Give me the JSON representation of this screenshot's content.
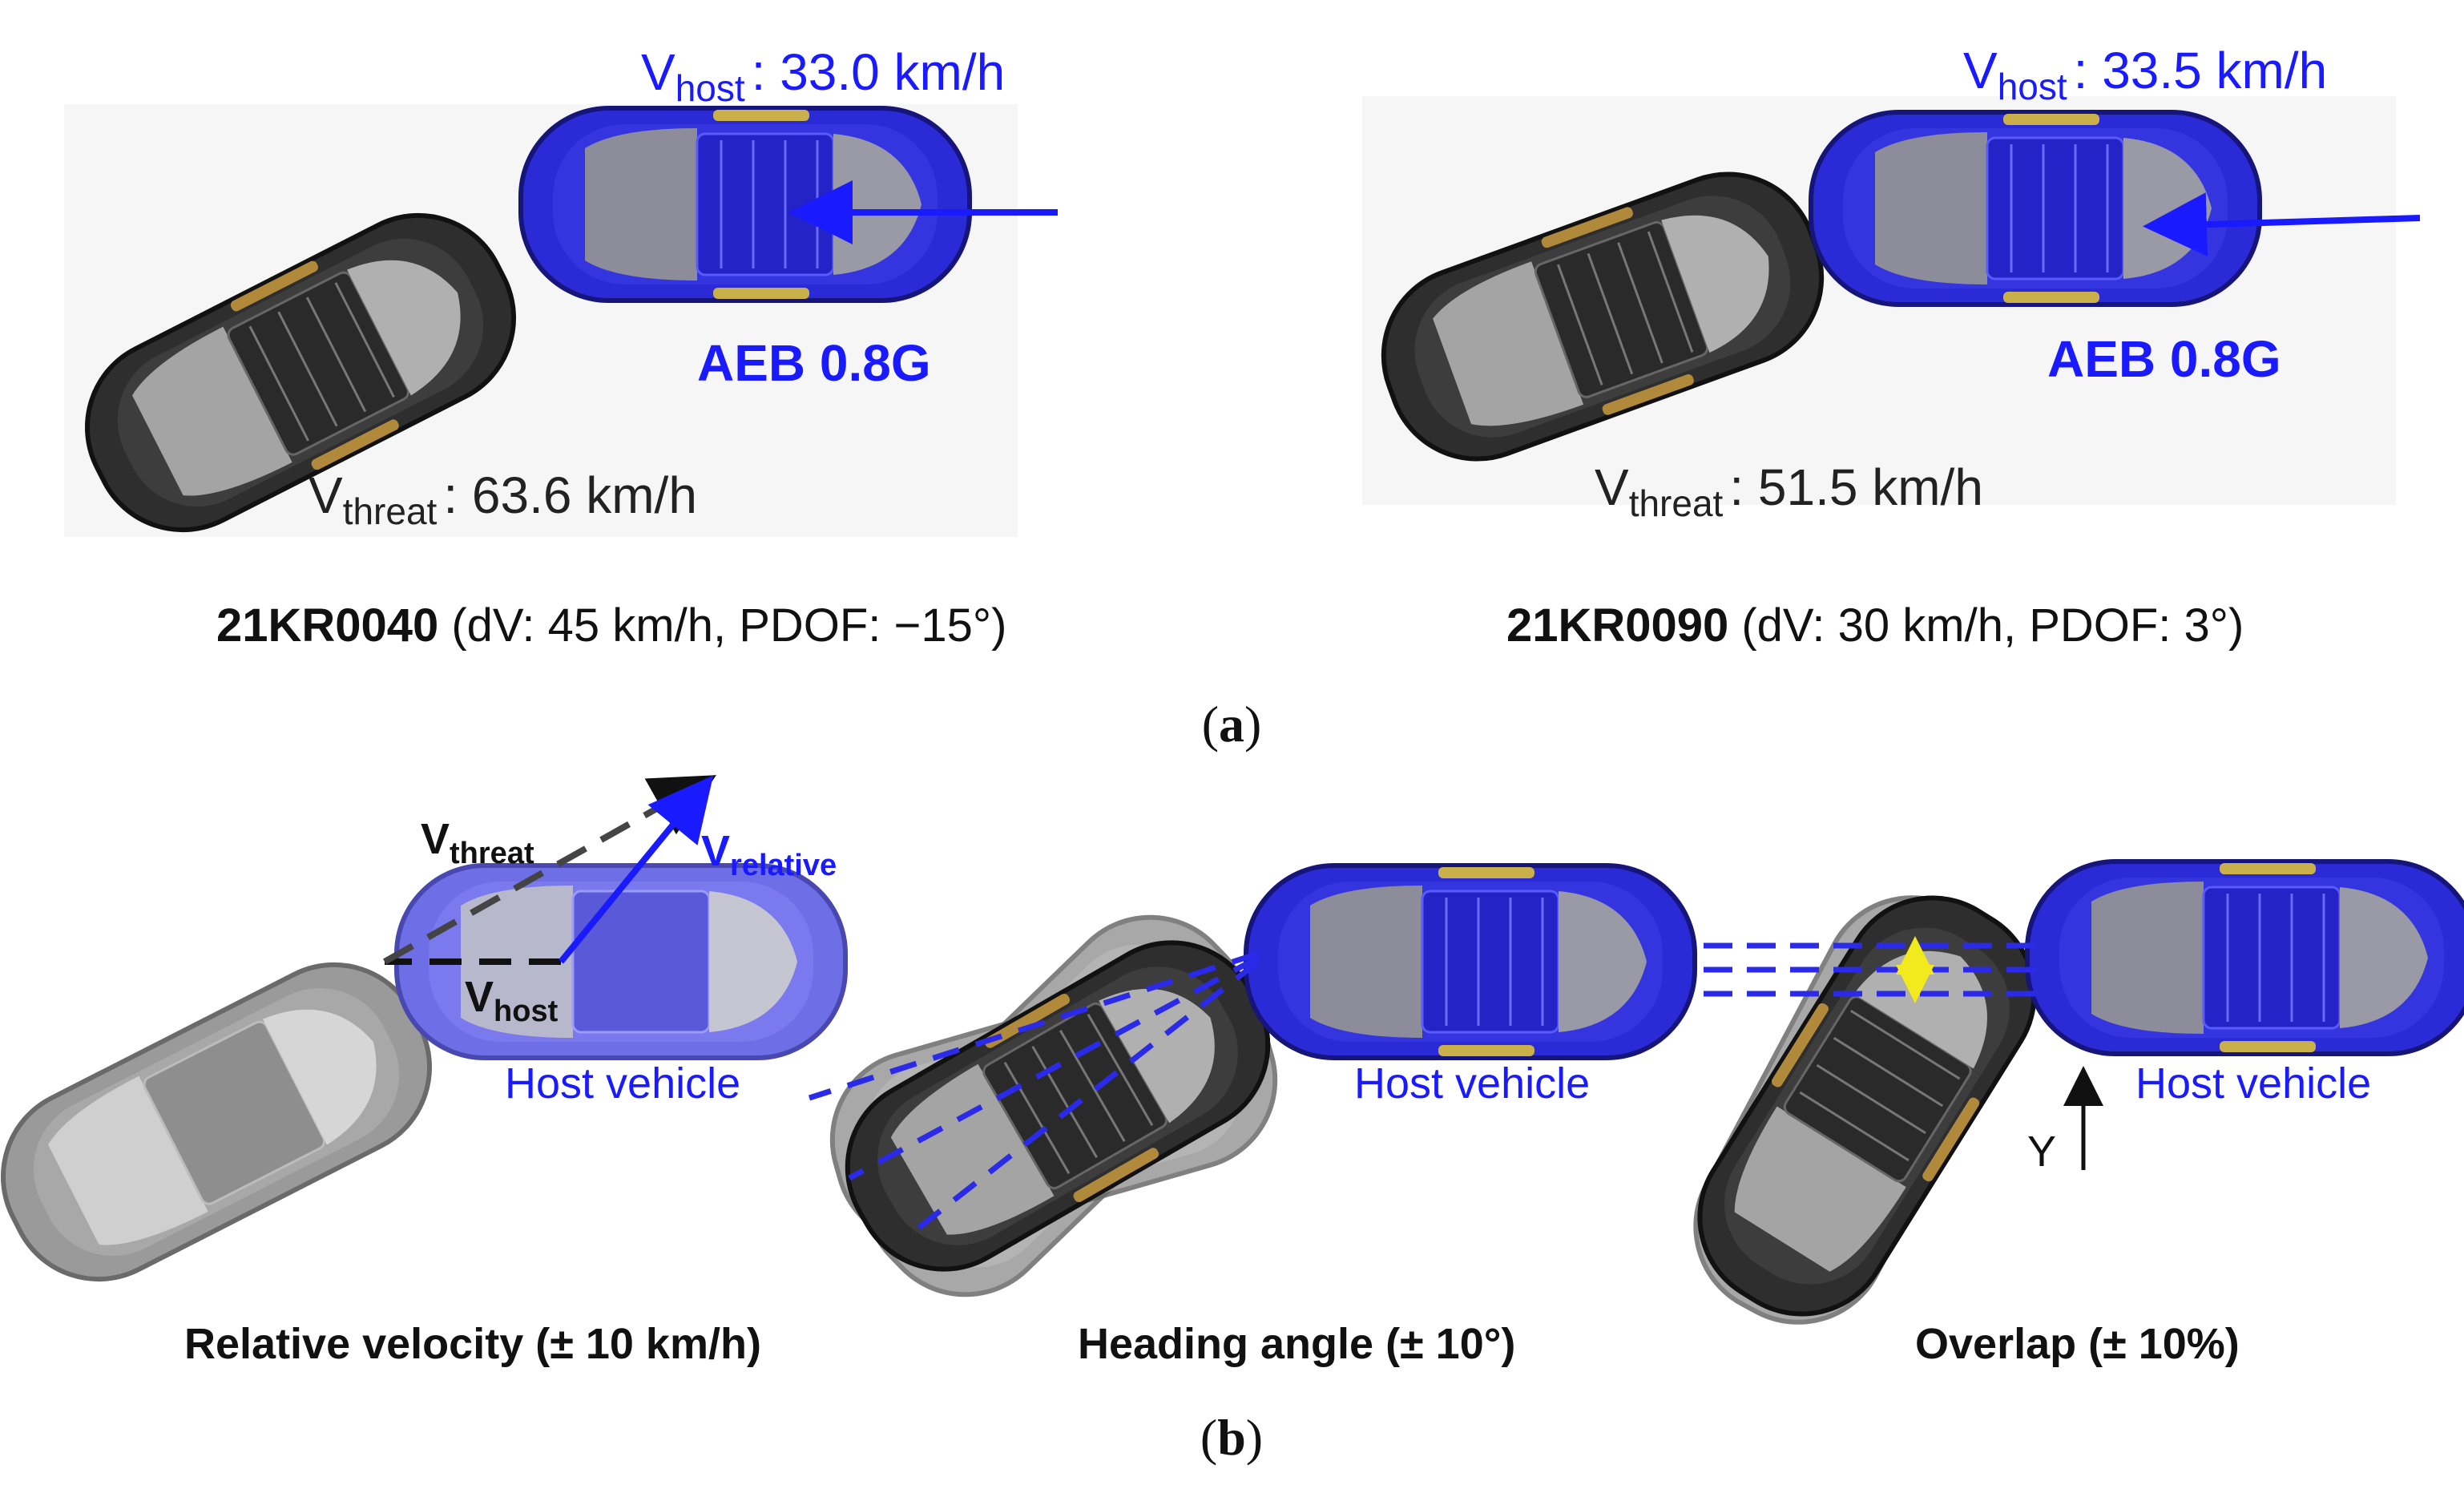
{
  "panel_a": {
    "label": "a",
    "cases": [
      {
        "id": "21KR0040",
        "caption_detail": "(dV: 45 km/h, PDOF: −15°)",
        "v_host_sub": "host",
        "v_host_value": ": 33.0 km/h",
        "v_threat_sub": "threat",
        "v_threat_value": ": 63.6 km/h",
        "aeb": "AEB 0.8G"
      },
      {
        "id": "21KR0090",
        "caption_detail": "(dV: 30 km/h, PDOF: 3°)",
        "v_host_sub": "host",
        "v_host_value": ": 33.5 km/h",
        "v_threat_sub": "threat",
        "v_threat_value": ": 51.5 km/h",
        "aeb": "AEB 0.8G"
      }
    ]
  },
  "panel_b": {
    "label": "b",
    "relative_velocity": {
      "caption": "Relative velocity (± 10 km/h)",
      "v_threat_sub": "threat",
      "v_relative_sub": "relative",
      "v_host_sub": "host",
      "host_label": "Host vehicle"
    },
    "heading_angle": {
      "caption": "Heading angle (± 10°)",
      "host_label": "Host vehicle"
    },
    "overlap": {
      "caption": "Overlap (± 10%)",
      "host_label": "Host vehicle",
      "axis_label": "Y"
    }
  },
  "colors": {
    "host_blue": "#2a2ad6",
    "label_blue": "#1a1aff",
    "threat_dark": "#2c2c2c",
    "threat_ghost": "#8a8a8a",
    "overlap_marker": "#f2ea1c"
  }
}
